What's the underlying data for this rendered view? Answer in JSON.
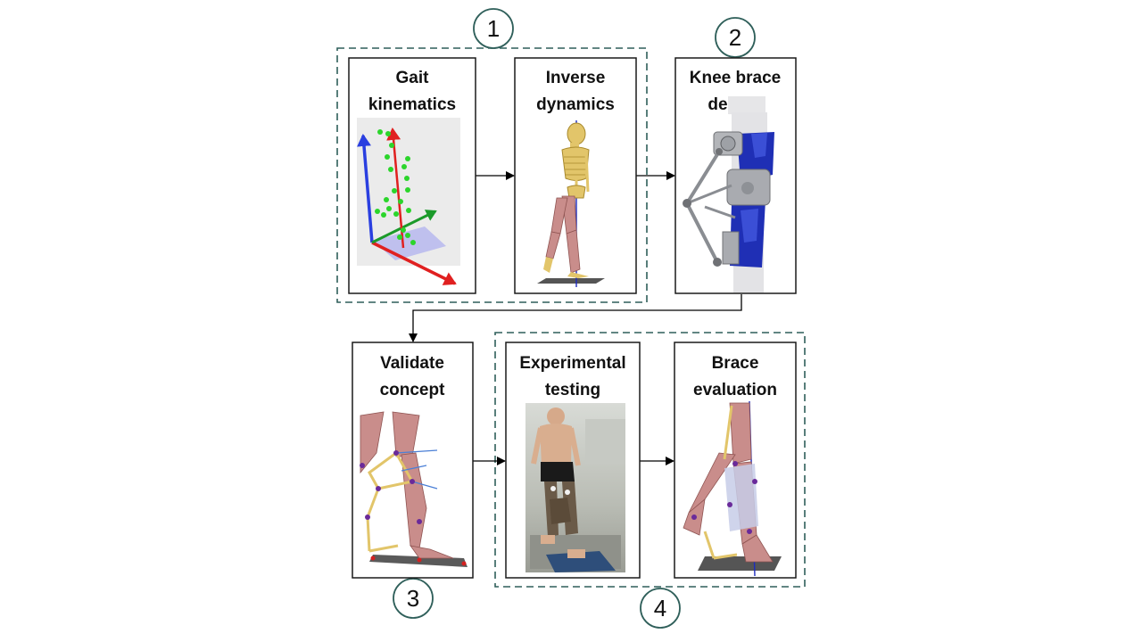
{
  "groups": [
    {
      "number": "1"
    },
    {
      "number": "2"
    },
    {
      "number": "3"
    },
    {
      "number": "4"
    }
  ],
  "boxes": [
    {
      "line1": "Gait",
      "line2": "kinematics",
      "image": "marker-point-cloud-3d-axes"
    },
    {
      "line1": "Inverse",
      "line2": "dynamics",
      "image": "skeleton-musculoskeletal-walking-model"
    },
    {
      "line1": "Knee brace",
      "line2": "design",
      "image": "knee-brace-cad-model"
    },
    {
      "line1": "Validate",
      "line2": "concept",
      "image": "leg-model-with-brace-mechanism"
    },
    {
      "line1": "Experimental",
      "line2": "testing",
      "image": "subject-wearing-brace-photo"
    },
    {
      "line1": "Brace",
      "line2": "evaluation",
      "image": "leg-model-with-brace-evaluation"
    }
  ],
  "colors": {
    "dashed_border": "#2f5f5a",
    "box_border": "#1a1a1a",
    "arrow": "#000000",
    "muscle": "#c98d8b",
    "bone": "#e2c56a",
    "brace_blue": "#1f2fb5",
    "marker_green": "#2bd52b"
  }
}
